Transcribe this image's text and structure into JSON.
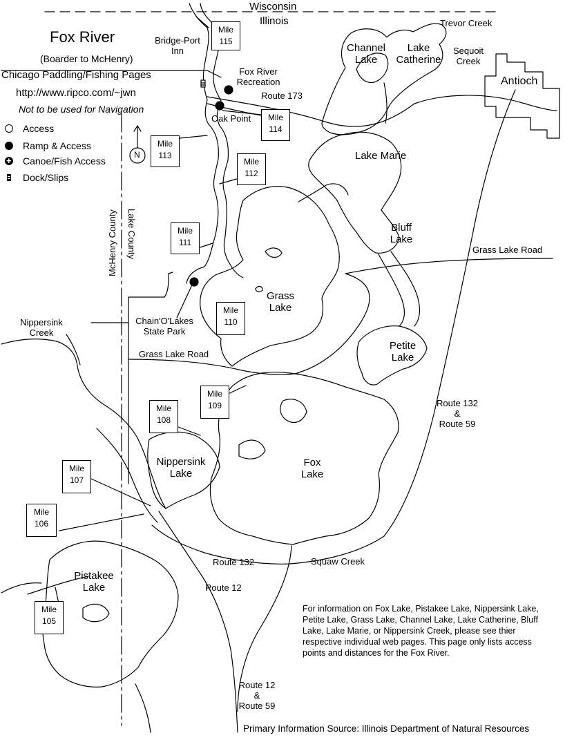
{
  "header": {
    "title": "Fox River",
    "subtitle": "(Boarder to McHenry)",
    "site": "Chicago Paddling/Fishing Pages",
    "url": "http://www.ripco.com/~jwn",
    "disclaimer": "Not to be used for Navigation"
  },
  "legend": [
    {
      "icon": "open-circle-icon",
      "label": "Access"
    },
    {
      "icon": "filled-circle-icon",
      "label": "Ramp & Access"
    },
    {
      "icon": "canoe-fish-icon",
      "label": "Canoe/Fish Access"
    },
    {
      "icon": "dock-icon",
      "label": "Dock/Slips"
    }
  ],
  "north": "N",
  "states": {
    "wisconsin": "Wisconsin",
    "illinois": "Illinois"
  },
  "counties": {
    "mchenry": "McHenry County",
    "lake": "Lake County"
  },
  "places": {
    "bridge_port_1": "Bridge-Port",
    "bridge_port_2": "Inn",
    "fox_rec_1": "Fox River",
    "fox_rec_2": "Recreation",
    "oak_point": "Oak Point",
    "chain_1": "Chain'O'Lakes",
    "chain_2": "State Park",
    "antioch": "Antioch",
    "trevor_creek": "Trevor Creek",
    "sequoit_1": "Sequoit",
    "sequoit_2": "Creek",
    "nippersink_creek_1": "Nippersink",
    "nippersink_creek_2": "Creek",
    "squaw_creek": "Squaw Creek"
  },
  "lakes": {
    "channel_1": "Channel",
    "channel_2": "Lake",
    "catherine_1": "Lake",
    "catherine_2": "Catherine",
    "marie": "Lake Marie",
    "bluff_1": "Bluff",
    "bluff_2": "Lake",
    "grass_1": "Grass",
    "grass_2": "Lake",
    "petite_1": "Petite",
    "petite_2": "Lake",
    "fox_1": "Fox",
    "fox_2": "Lake",
    "nippersink_1": "Nippersink",
    "nippersink_2": "Lake",
    "pistakee_1": "Pistakee",
    "pistakee_2": "Lake"
  },
  "roads": {
    "route173": "Route 173",
    "grass_lake_road_e": "Grass Lake Road",
    "grass_lake_road_w": "Grass Lake Road",
    "route132_59_1": "Route 132",
    "route132_59_2": "&",
    "route132_59_3": "Route 59",
    "route132": "Route 132",
    "route12": "Route 12",
    "route12_59_1": "Route 12",
    "route12_59_2": "&",
    "route12_59_3": "Route 59"
  },
  "mile_label": "Mile",
  "miles": [
    "115",
    "114",
    "113",
    "112",
    "111",
    "110",
    "109",
    "108",
    "107",
    "106",
    "105"
  ],
  "notes": "For information on Fox Lake, Pistakee Lake, Nippersink Lake, Petite Lake, Grass Lake, Channel Lake, Lake Catherine, Bluff Lake, Lake Marie, or Nippersink Creek, please see thier respective individual web pages. This page only lists access points and distances for the Fox River.",
  "source": "Primary Information Source: Illinois Department of Natural Resources"
}
